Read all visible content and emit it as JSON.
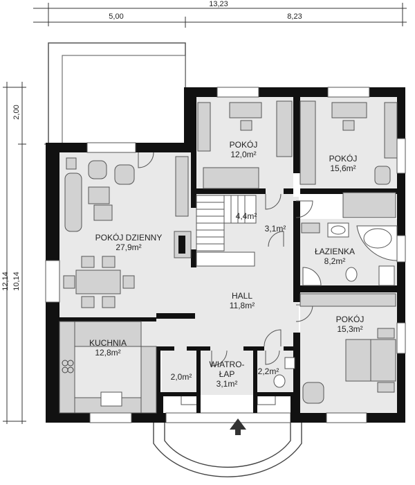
{
  "dimensions": {
    "total_width": "13,23",
    "left_width": "5,00",
    "right_width": "8,23",
    "total_height": "12,14",
    "main_height": "10,14",
    "terrace_depth": "2,00"
  },
  "rooms": {
    "living": {
      "name": "POKÓJ DZIENNY",
      "area": "27,9m²"
    },
    "bed1": {
      "name": "POKÓJ",
      "area": "12,0m²"
    },
    "bed2": {
      "name": "POKÓJ",
      "area": "15,6m²"
    },
    "stairs": {
      "area": "4,4m²"
    },
    "corridor": {
      "area": "3,1m²"
    },
    "bath": {
      "name": "ŁAZIENKA",
      "area": "8,2m²"
    },
    "hall": {
      "name": "HALL",
      "area": "11,8m²"
    },
    "kitchen": {
      "name": "KUCHNIA",
      "area": "12,8m²"
    },
    "bed3": {
      "name": "POKÓJ",
      "area": "15,3m²"
    },
    "pantry": {
      "area": "2,0m²"
    },
    "vestibule": {
      "name_line1": "WIATRO-",
      "name_line2": "ŁAP",
      "area": "3,1m²"
    },
    "wc": {
      "area": "2,2m²"
    }
  },
  "icons": {
    "entrance": "entrance-arrow-icon",
    "fireplace": "fireplace-icon",
    "stove": "stove-icon"
  },
  "colors": {
    "wall": "#111111",
    "floor": "#e9e9e9",
    "furniture": "#d2d2d2",
    "line": "#555555"
  }
}
